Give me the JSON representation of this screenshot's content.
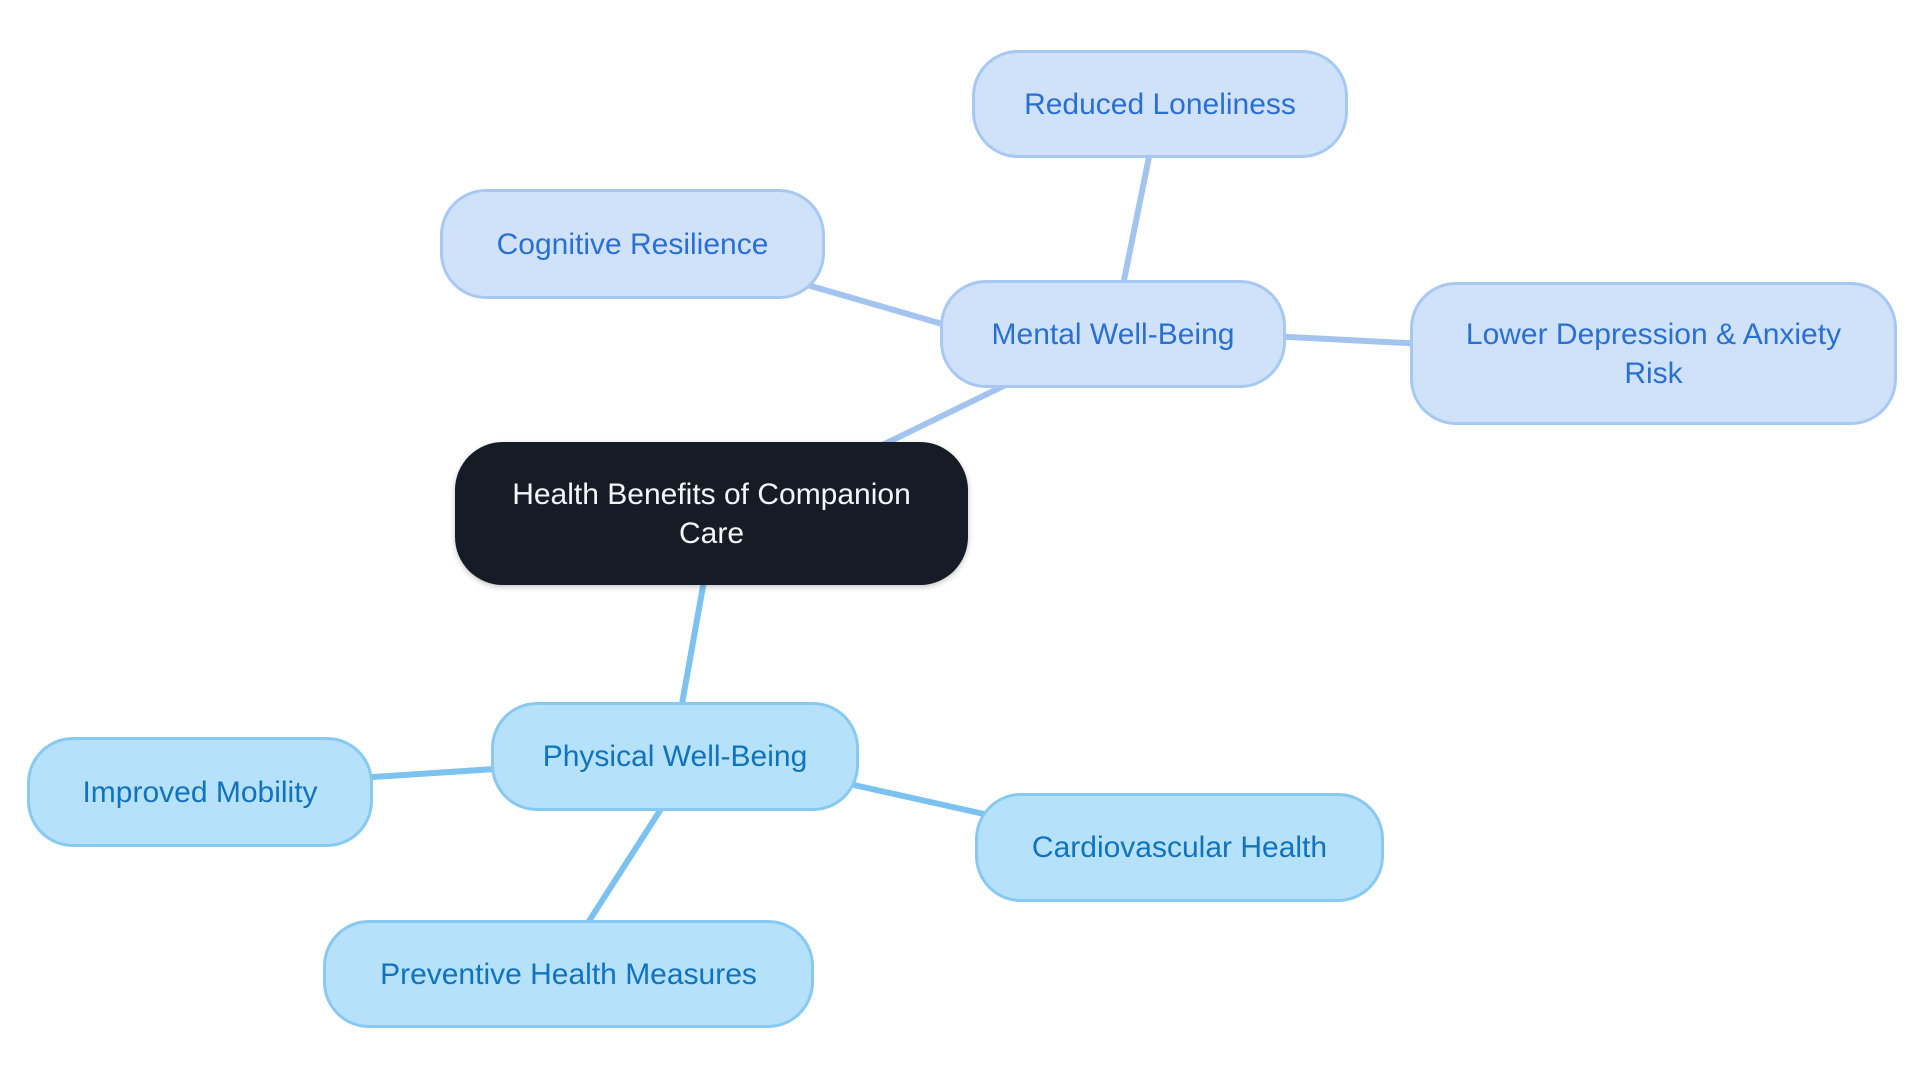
{
  "mindmap": {
    "root": {
      "label": "Health Benefits of Companion Care",
      "colors": {
        "fill": "#161b26",
        "text": "#f4f7fa"
      }
    },
    "branches": [
      {
        "name": "mental-well-being",
        "label": "Mental Well-Being",
        "children": [
          "Reduced Loneliness",
          "Cognitive Resilience",
          "Lower Depression & Anxiety Risk"
        ],
        "colors": {
          "fill": "#cfe2fa",
          "border": "#a6c8f2",
          "text": "#2a70d3",
          "edge": "#a3c4ef"
        }
      },
      {
        "name": "physical-well-being",
        "label": "Physical Well-Being",
        "children": [
          "Improved Mobility",
          "Cardiovascular Health",
          "Preventive Health Measures"
        ],
        "colors": {
          "fill": "#b5e1fb",
          "border": "#88c9f2",
          "text": "#1173bd",
          "edge": "#7cc2f0"
        }
      }
    ]
  }
}
